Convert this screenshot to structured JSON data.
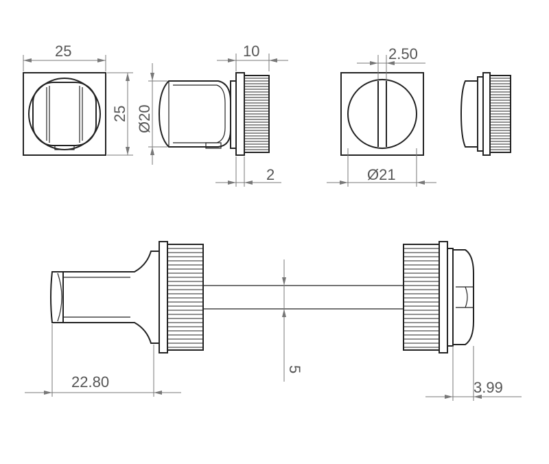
{
  "dimensions": {
    "front_width": "25",
    "front_height": "25",
    "side_diameter": "Ø20",
    "knob_depth": "10",
    "flange_thickness": "2",
    "slot_width": "2.50",
    "disc_diameter": "Ø21",
    "spindle_length": "22.80",
    "shaft_diameter": "5",
    "release_length": "3.99"
  },
  "colors": {
    "outline": "#222222",
    "dimension_line": "#777777",
    "dimension_text": "#555555"
  }
}
